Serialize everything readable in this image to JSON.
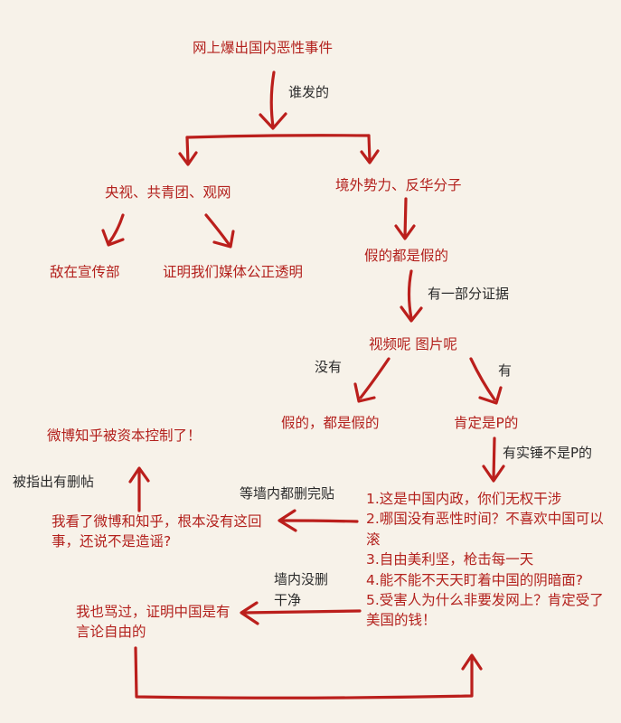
{
  "nodes": {
    "root": "网上爆出国内恶性事件",
    "branch_left": "央视、共青团、观网",
    "left_a": "敌在宣传部",
    "left_b": "证明我们媒体公正透明",
    "branch_right": "境外势力、反华分子",
    "fake": "假的都是假的",
    "ask": "视频呢 图片呢",
    "all_fake": "假的，都是假的",
    "photoshopped": "肯定是P的",
    "list_items": [
      "1.这是中国内政，你们无权干涉",
      "2.哪国没有恶性时间？不喜欢中国可以滚",
      "3.自由美利坚，枪击每一天",
      "4.能不能不天天盯着中国的阴暗面?",
      "5.受害人为什么非要发网上？肯定受了美国的钱！"
    ],
    "rumor": "我看了微博和知乎，根本没有这回事，还说不是造谣?",
    "capital": "微博知乎被资本控制了！",
    "free_speech": "我也骂过，证明中国是有言论自由的"
  },
  "edges": {
    "who_posted": "谁发的",
    "some_evidence": "有一部分证据",
    "none": "没有",
    "have": "有",
    "solid_not_p": "有实锤不是P的",
    "deleted_all": "等墙内都删完贴",
    "caught_deleting": "被指出有删帖",
    "not_clean": "墙内没删干净"
  },
  "colors": {
    "background": "#f7f2e9",
    "ink": "#b3211d",
    "arrow": "#bb1f1c",
    "edge_text": "#2a2a2a"
  }
}
